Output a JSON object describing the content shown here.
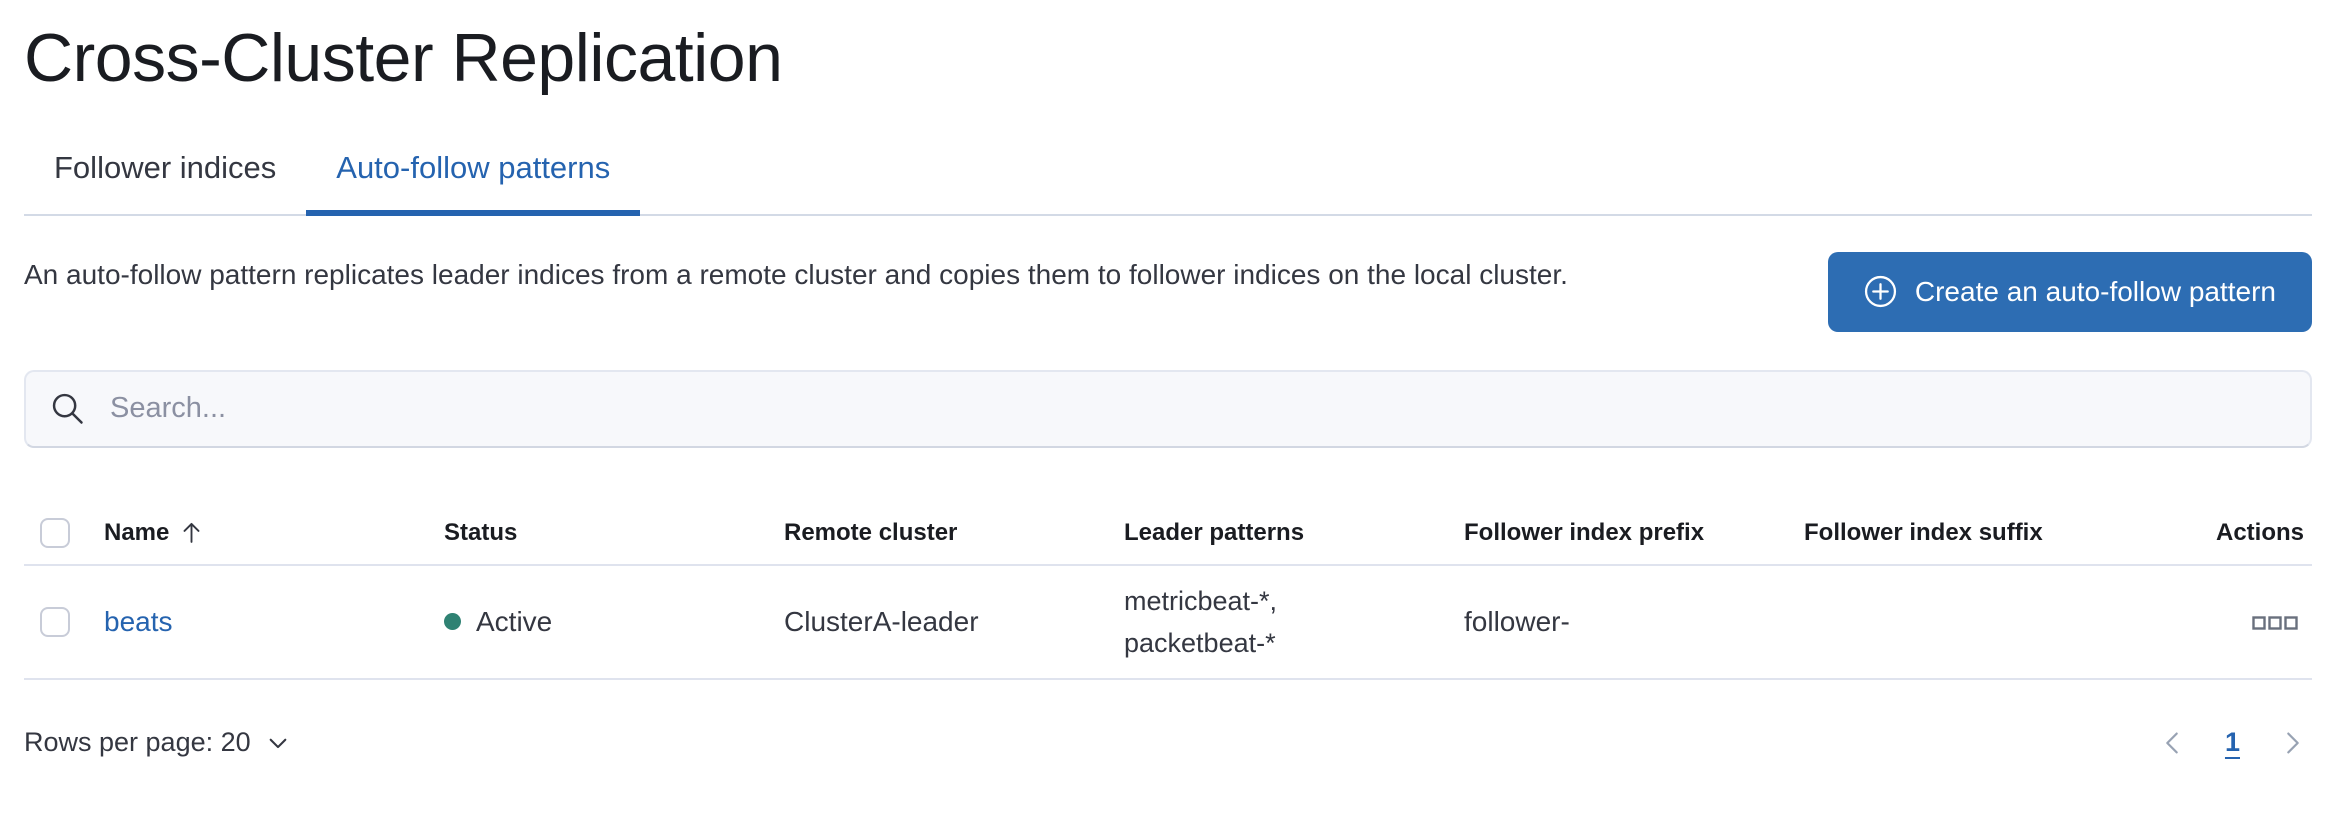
{
  "page": {
    "title": "Cross-Cluster Replication"
  },
  "tabs": [
    {
      "label": "Follower indices",
      "active": false
    },
    {
      "label": "Auto-follow patterns",
      "active": true
    }
  ],
  "description": "An auto-follow pattern replicates leader indices from a remote cluster and copies them to follower indices on the local cluster.",
  "create_button": {
    "label": "Create an auto-follow pattern",
    "icon": "plus-in-circle-icon"
  },
  "search": {
    "placeholder": "Search..."
  },
  "table": {
    "columns": [
      "Name",
      "Status",
      "Remote cluster",
      "Leader patterns",
      "Follower index prefix",
      "Follower index suffix",
      "Actions"
    ],
    "sort": {
      "column": "Name",
      "direction": "ascending"
    },
    "rows": [
      {
        "name": "beats",
        "status": "Active",
        "remote_cluster": "ClusterA-leader",
        "leader_patterns": [
          "metricbeat-*,",
          "packetbeat-*"
        ],
        "follower_index_prefix": "follower-",
        "follower_index_suffix": ""
      }
    ]
  },
  "pagination": {
    "rows_per_page_label": "Rows per page: 20",
    "current_page": "1"
  },
  "colors": {
    "accent_blue": "#2563af",
    "button_blue": "#2d6db3",
    "status_active_green": "#2f8273",
    "table_border": "#dfe3ee",
    "tab_bar_border": "#d3dae6",
    "text_primary": "#343741",
    "text_heading": "#1a1c21",
    "muted_gray": "#98a2b3",
    "placeholder_gray": "#8b90a2",
    "search_background": "#f7f8fb"
  }
}
